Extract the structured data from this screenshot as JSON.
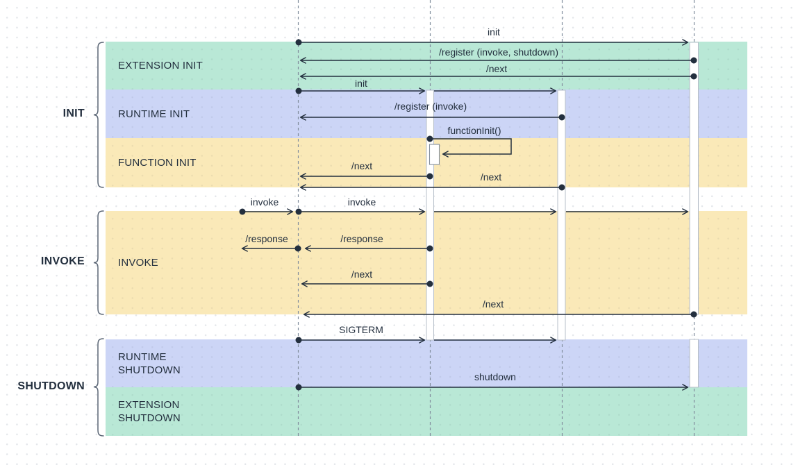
{
  "diagram": {
    "type": "sequence-lifecycle-diagram",
    "phases": [
      {
        "id": "init",
        "label": "INIT"
      },
      {
        "id": "invoke",
        "label": "INVOKE"
      },
      {
        "id": "shutdown",
        "label": "SHUTDOWN"
      }
    ],
    "bands": [
      {
        "id": "extension-init",
        "label": "EXTENSION INIT",
        "color": "#b9e8d6"
      },
      {
        "id": "runtime-init",
        "label": "RUNTIME INIT",
        "color": "#ccd5f6"
      },
      {
        "id": "function-init",
        "label": "FUNCTION INIT",
        "color": "#fae9b8"
      },
      {
        "id": "invoke",
        "label": "INVOKE",
        "color": "#fae9b8"
      },
      {
        "id": "runtime-shutdown",
        "label": "RUNTIME SHUTDOWN",
        "color": "#ccd5f6"
      },
      {
        "id": "extension-shutdown",
        "label": "EXTENSION SHUTDOWN",
        "color": "#b9e8d6"
      }
    ],
    "messages": [
      {
        "id": "init-extension",
        "label": "init"
      },
      {
        "id": "register-invoke-shutdown",
        "label": "/register (invoke, shutdown)"
      },
      {
        "id": "next-extension-init",
        "label": "/next"
      },
      {
        "id": "init-runtime",
        "label": "init"
      },
      {
        "id": "register-invoke",
        "label": "/register (invoke)"
      },
      {
        "id": "function-init-call",
        "label": "functionInit()"
      },
      {
        "id": "next-runtime-init",
        "label": "/next"
      },
      {
        "id": "next-extension-after-init",
        "label": "/next"
      },
      {
        "id": "invoke-external",
        "label": "invoke"
      },
      {
        "id": "invoke-internal",
        "label": "invoke"
      },
      {
        "id": "response-external",
        "label": "/response"
      },
      {
        "id": "response-internal",
        "label": "/response"
      },
      {
        "id": "next-runtime-invoke",
        "label": "/next"
      },
      {
        "id": "next-extension-invoke",
        "label": "/next"
      },
      {
        "id": "sigterm",
        "label": "SIGTERM"
      },
      {
        "id": "shutdown-msg",
        "label": "shutdown"
      }
    ],
    "palette": {
      "ink": "#232f3e",
      "lifeline_gray": "#818d9d",
      "activation_bar_fill": "#ffffff",
      "activation_bar_border": "#b7bfca",
      "brace_gray": "#5b6675",
      "background": "#ffffff",
      "dot_grid": "#e3e6ea"
    }
  }
}
